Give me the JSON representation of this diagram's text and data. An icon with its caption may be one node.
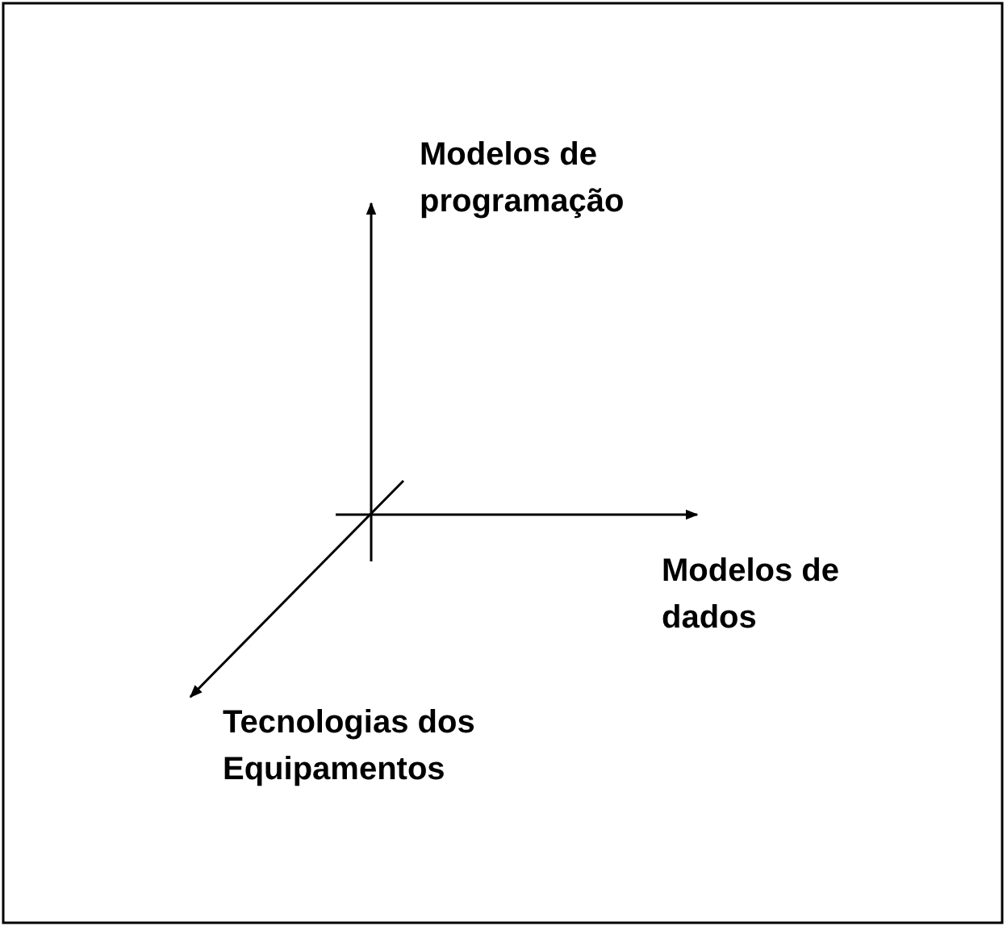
{
  "diagram": {
    "labels": [
      "Modelos de programação",
      "Modelos de dados",
      "Tecnologias dos Equipamentos"
    ]
  }
}
